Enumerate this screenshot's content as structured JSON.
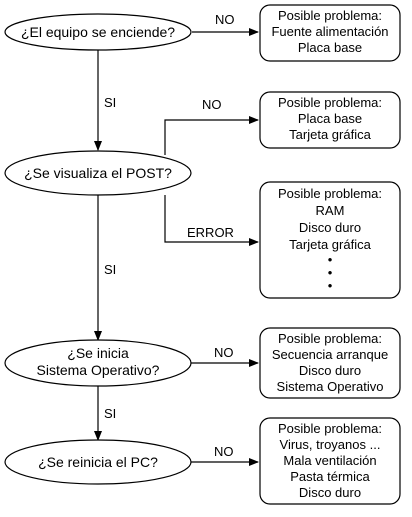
{
  "questions": {
    "q1": [
      "¿El equipo se enciende?"
    ],
    "q2": [
      "¿Se visualiza el POST?"
    ],
    "q3": [
      "¿Se inicia",
      "Sistema Operativo?"
    ],
    "q4": [
      "¿Se reinicia el PC?"
    ]
  },
  "labels": {
    "no1": "NO",
    "si1": "SI",
    "no2": "NO",
    "error": "ERROR",
    "si2": "SI",
    "no3": "NO",
    "si3": "SI",
    "no4": "NO"
  },
  "boxes": {
    "b1": [
      "Posible problema:",
      "Fuente alimentación",
      "Placa base"
    ],
    "b2": [
      "Posible problema:",
      "Placa base",
      "Tarjeta gráfica"
    ],
    "b3": [
      "Posible problema:",
      "RAM",
      "Disco duro",
      "Tarjeta gráfica",
      "•",
      "•",
      "•"
    ],
    "b4": [
      "Posible problema:",
      "Secuencia arranque",
      "Disco duro",
      "Sistema Operativo"
    ],
    "b5": [
      "Posible problema:",
      "Virus, troyanos ...",
      "Mala ventilación",
      "Pasta térmica",
      "Disco duro"
    ]
  },
  "colors": {
    "stroke": "#000000",
    "fill": "#ffffff"
  }
}
